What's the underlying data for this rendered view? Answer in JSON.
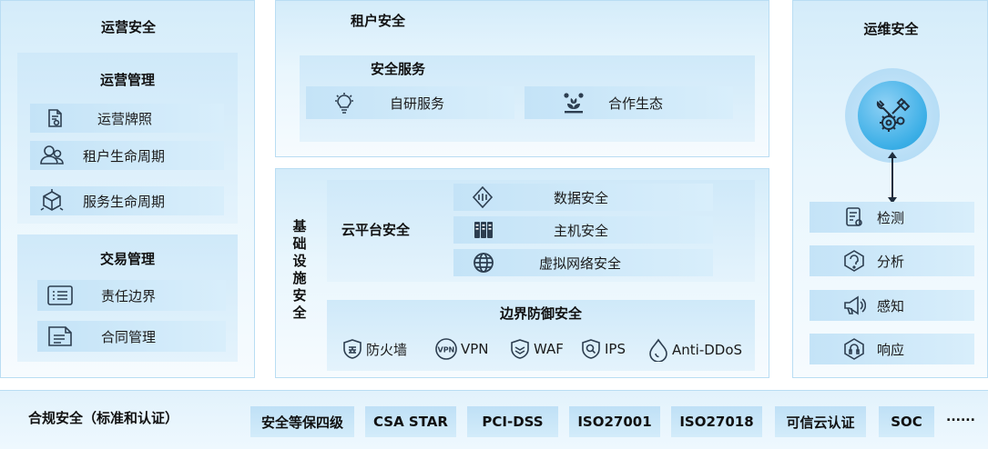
{
  "ops_security": {
    "title": "运营安全",
    "ops_mgmt": {
      "title": "运营管理",
      "items": [
        {
          "label": "运营牌照",
          "icon": "license-icon"
        },
        {
          "label": "租户生命周期",
          "icon": "users-icon"
        },
        {
          "label": "服务生命周期",
          "icon": "cube-icon"
        }
      ]
    },
    "trade_mgmt": {
      "title": "交易管理",
      "items": [
        {
          "label": "责任边界",
          "icon": "list-icon"
        },
        {
          "label": "合同管理",
          "icon": "document-icon"
        }
      ]
    }
  },
  "tenant_security": {
    "title": "租户安全",
    "services": {
      "title": "安全服务",
      "items": [
        {
          "label": "自研服务",
          "icon": "bulb-icon"
        },
        {
          "label": "合作生态",
          "icon": "ecosystem-icon"
        }
      ]
    }
  },
  "infra_security": {
    "title": "基础设施安全",
    "cloud_platform": {
      "title": "云平台安全",
      "items": [
        {
          "label": "数据安全",
          "icon": "data-shield-icon"
        },
        {
          "label": "主机安全",
          "icon": "server-icon"
        },
        {
          "label": "虚拟网络安全",
          "icon": "globe-icon"
        }
      ]
    },
    "boundary": {
      "title": "边界防御安全",
      "items": [
        {
          "label": "防火墙",
          "icon": "firewall-shield-icon"
        },
        {
          "label": "VPN",
          "icon": "vpn-icon"
        },
        {
          "label": "WAF",
          "icon": "waf-shield-icon"
        },
        {
          "label": "IPS",
          "icon": "ips-shield-icon"
        },
        {
          "label": "Anti-DDoS",
          "icon": "ddos-drop-icon"
        }
      ]
    }
  },
  "devops_security": {
    "title": "运维安全",
    "hub_icon": "tools-gear-icon",
    "items": [
      {
        "label": "检测",
        "icon": "detect-icon"
      },
      {
        "label": "分析",
        "icon": "analysis-icon"
      },
      {
        "label": "感知",
        "icon": "megaphone-icon"
      },
      {
        "label": "响应",
        "icon": "response-icon"
      }
    ]
  },
  "compliance": {
    "title": "合规安全（标准和认证）",
    "certs": [
      "安全等保四级",
      "CSA STAR",
      "PCI-DSS",
      "ISO27001",
      "ISO27018",
      "可信云认证",
      "SOC"
    ],
    "more": "......"
  },
  "colors": {
    "panel_top": "#d4ecfa",
    "item_bg": "#c4e3f7",
    "icon_stroke": "#2d3e50",
    "accent": "#2a9fd6"
  }
}
